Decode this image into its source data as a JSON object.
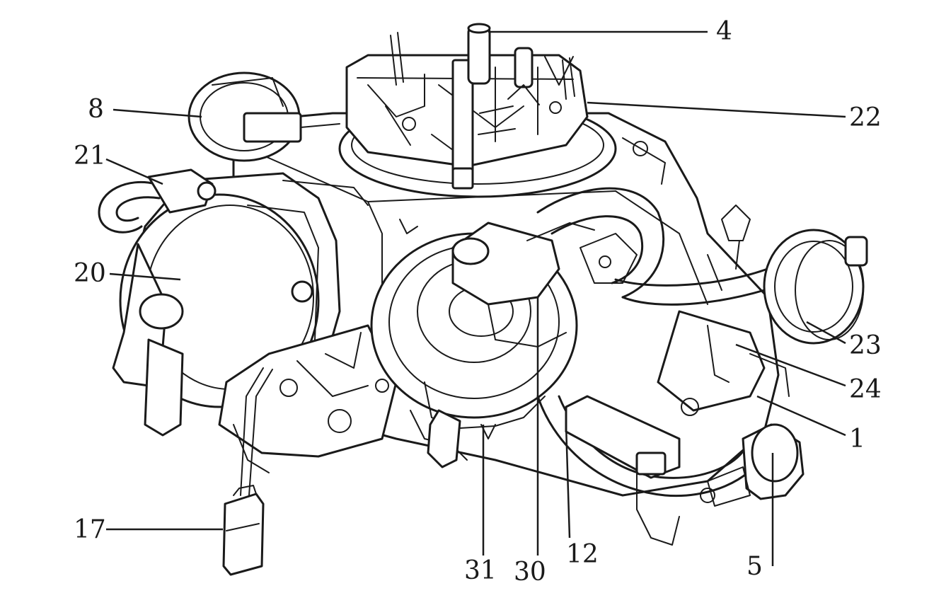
{
  "labels": [
    "4",
    "22",
    "8",
    "21",
    "20",
    "23",
    "24",
    "1",
    "17",
    "31",
    "30",
    "12",
    "5"
  ]
}
